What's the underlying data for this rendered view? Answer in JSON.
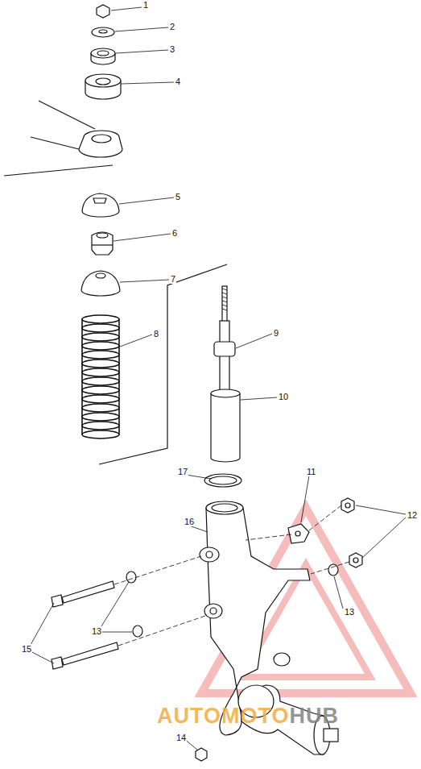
{
  "diagram": {
    "labels": [
      "1",
      "2",
      "3",
      "4",
      "5",
      "6",
      "7",
      "8",
      "9",
      "10",
      "11",
      "12",
      "13",
      "13",
      "14",
      "15",
      "16",
      "17",
      "AUTOMOTO",
      "HUB"
    ]
  }
}
